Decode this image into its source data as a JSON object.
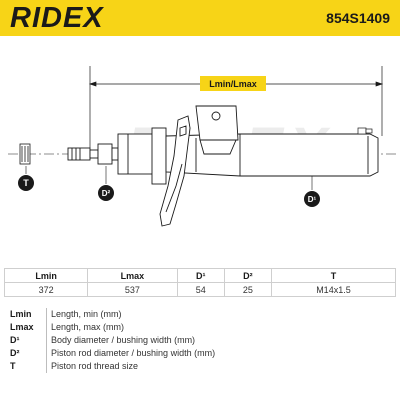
{
  "header": {
    "brand": "RIDEX",
    "part_number": "854S1409"
  },
  "drawing": {
    "length_label": "Lmin/Lmax",
    "watermark": "RIDEX",
    "callouts": {
      "t": "T",
      "d2": "D²",
      "d1": "D¹"
    },
    "colors": {
      "brand_yellow": "#f7d417",
      "ink": "#1a1a1a"
    }
  },
  "table": {
    "headers": [
      "Lmin",
      "Lmax",
      "D¹",
      "D²",
      "T"
    ],
    "values": [
      "372",
      "537",
      "54",
      "25",
      "M14x1.5"
    ]
  },
  "legend": [
    {
      "key": "Lmin",
      "desc": "Length, min (mm)"
    },
    {
      "key": "Lmax",
      "desc": "Length, max (mm)"
    },
    {
      "key": "D¹",
      "desc": "Body diameter / bushing width (mm)"
    },
    {
      "key": "D²",
      "desc": "Piston rod diameter / bushing width (mm)"
    },
    {
      "key": "T",
      "desc": "Piston rod thread size"
    }
  ]
}
